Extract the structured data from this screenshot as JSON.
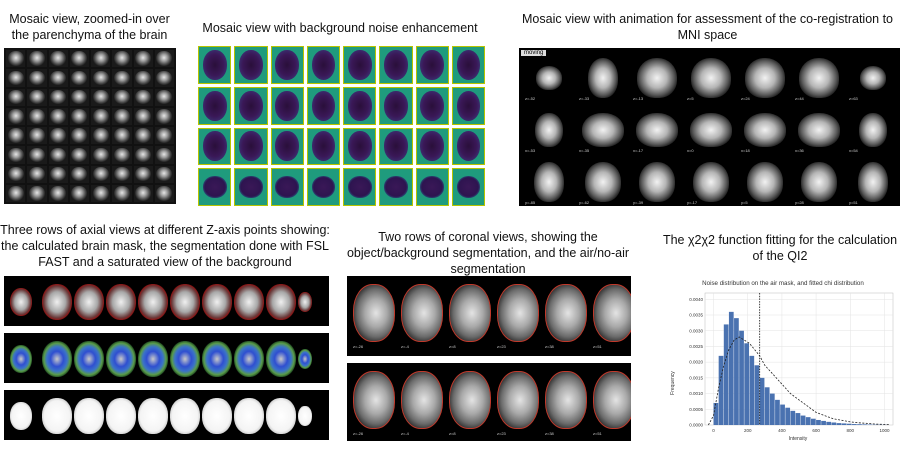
{
  "captions": {
    "mosaic_zoom": "Mosaic view, zoomed-in over the parenchyma of the brain",
    "mosaic_noise": "Mosaic view with background noise enhancement",
    "mosaic_anim": "Mosaic view with animation for assessment of the co-registration to MNI space",
    "axial_rows": "Three rows of axial views at different Z-axis points showing: the calculated brain mask, the segmentation done with FSL FAST and a saturated view of the background",
    "coronal_rows": "Two rows of coronal views, showing the object/background segmentation, and the air/no-air segmentation",
    "chi_fit": "The χ2χ2 function fitting for the calculation of the QI2"
  },
  "anim_panel": {
    "badge": "moving",
    "row1_coords": [
      "z=-52",
      "z=-33",
      "z=-13",
      "z=5",
      "z=24",
      "z=44",
      "z=63"
    ],
    "row2_coords": [
      "x=-53",
      "x=-35",
      "x=-17",
      "x=0",
      "x=18",
      "x=36",
      "x=54"
    ],
    "row3_coords": [
      "y=-85",
      "y=-62",
      "y=-39",
      "y=-17",
      "y=5",
      "y=28",
      "y=51"
    ]
  },
  "coronal_panel": {
    "coords": [
      "z=-26",
      "z=-4",
      "z=8",
      "z=23",
      "z=38",
      "z=51"
    ]
  },
  "chart_data": {
    "type": "bar",
    "title": "Noise distribution on the air mask, and fitted chi distribution",
    "xlabel": "Intensity",
    "ylabel": "Frequency",
    "xlim": [
      -50,
      1050
    ],
    "ylim": [
      0,
      0.0042
    ],
    "x_ticks": [
      0,
      200,
      400,
      600,
      800,
      1000
    ],
    "y_ticks": [
      "0.0000",
      "0.0005",
      "0.0010",
      "0.0015",
      "0.0020",
      "0.0025",
      "0.0030",
      "0.0035",
      "0.0040"
    ],
    "bin_width": 30,
    "bins_start": [
      0,
      30,
      60,
      90,
      120,
      150,
      180,
      210,
      240,
      270,
      300,
      330,
      360,
      390,
      420,
      450,
      480,
      510,
      540,
      570,
      600,
      630,
      660,
      690,
      720,
      750,
      780,
      810,
      840,
      870,
      900,
      930,
      960,
      990
    ],
    "values": [
      0.0007,
      0.0022,
      0.0032,
      0.0036,
      0.0034,
      0.003,
      0.0026,
      0.0022,
      0.0019,
      0.0015,
      0.0012,
      0.001,
      0.0008,
      0.00065,
      0.00055,
      0.00045,
      0.00038,
      0.0003,
      0.00025,
      0.0002,
      0.00016,
      0.00013,
      0.0001,
      8e-05,
      6e-05,
      5e-05,
      4e-05,
      3e-05,
      2.5e-05,
      2e-05,
      1.5e-05,
      1e-05,
      8e-06,
      5e-06
    ],
    "fit_curve": {
      "x": [
        -30,
        0,
        30,
        60,
        90,
        120,
        150,
        180,
        210,
        240,
        270,
        300,
        350,
        400,
        450,
        500,
        550,
        600,
        650,
        700,
        750,
        800,
        850,
        900,
        950,
        1000,
        1030
      ],
      "y": [
        0,
        0.0003,
        0.0012,
        0.0019,
        0.0024,
        0.0027,
        0.0028,
        0.0027,
        0.0026,
        0.0024,
        0.0022,
        0.0019,
        0.0016,
        0.0013,
        0.001,
        0.0008,
        0.0006,
        0.0004,
        0.0003,
        0.0002,
        0.00015,
        0.0001,
        7e-05,
        5e-05,
        3e-05,
        2e-05,
        1e-05
      ]
    },
    "vline_x": 270,
    "bar_color": "#4a72b0",
    "grid": true
  }
}
